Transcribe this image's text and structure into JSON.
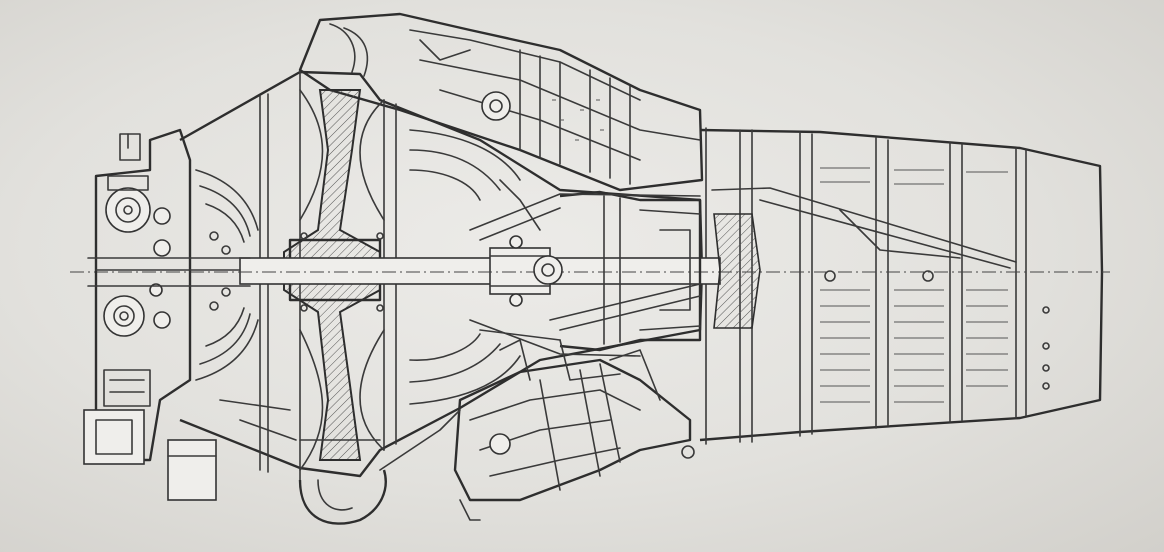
{
  "figure": {
    "background": "#e4e3df",
    "line_color": "#333333"
  },
  "components": [
    {
      "id": "accessory-gearbox",
      "label": ""
    },
    {
      "id": "centrifugal-impeller",
      "label": ""
    },
    {
      "id": "combustion-chambers",
      "label": ""
    },
    {
      "id": "turbine-section",
      "label": ""
    },
    {
      "id": "jet-pipe",
      "label": ""
    },
    {
      "id": "main-shaft",
      "label": ""
    }
  ]
}
